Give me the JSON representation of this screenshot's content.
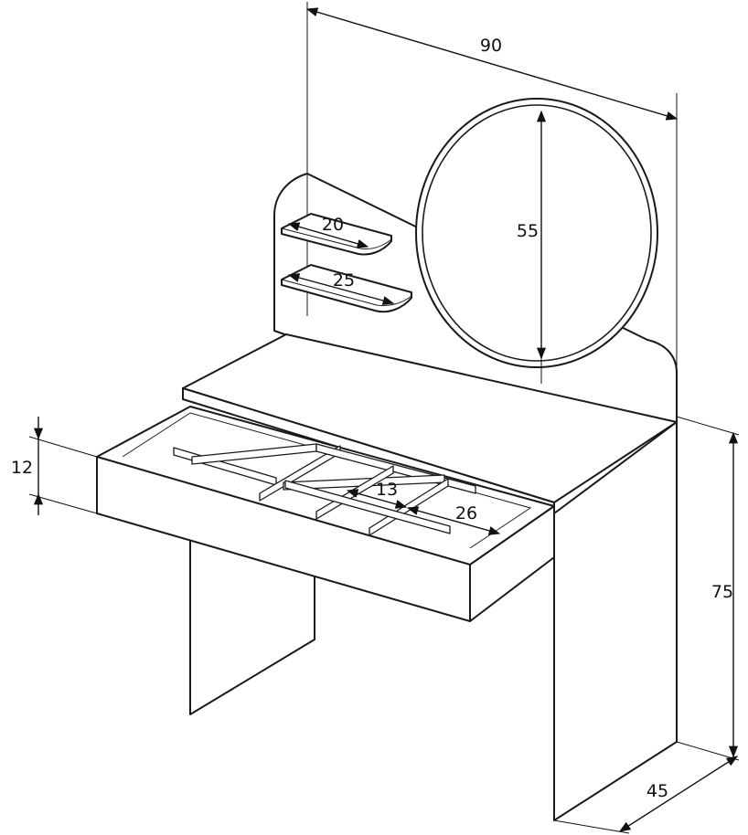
{
  "dimensions": {
    "width": "90",
    "mirror_diameter": "55",
    "shelf_upper": "20",
    "shelf_lower": "25",
    "drawer_height": "12",
    "compartment_small": "13",
    "compartment_large": "26",
    "height": "75",
    "depth": "45"
  }
}
